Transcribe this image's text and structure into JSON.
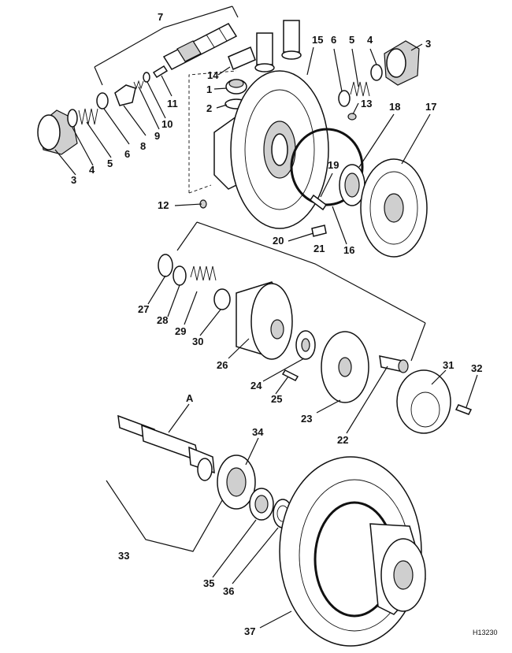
{
  "figure_code": "H13230",
  "shaft_label": "A",
  "part_numbers": [
    "1",
    "2",
    "3",
    "4",
    "5",
    "6",
    "7",
    "8",
    "9",
    "10",
    "11",
    "12",
    "13",
    "14",
    "15",
    "16",
    "17",
    "18",
    "19",
    "20",
    "21",
    "22",
    "23",
    "24",
    "25",
    "26",
    "27",
    "28",
    "29",
    "30",
    "31",
    "32",
    "33",
    "34",
    "35",
    "36",
    "37"
  ]
}
